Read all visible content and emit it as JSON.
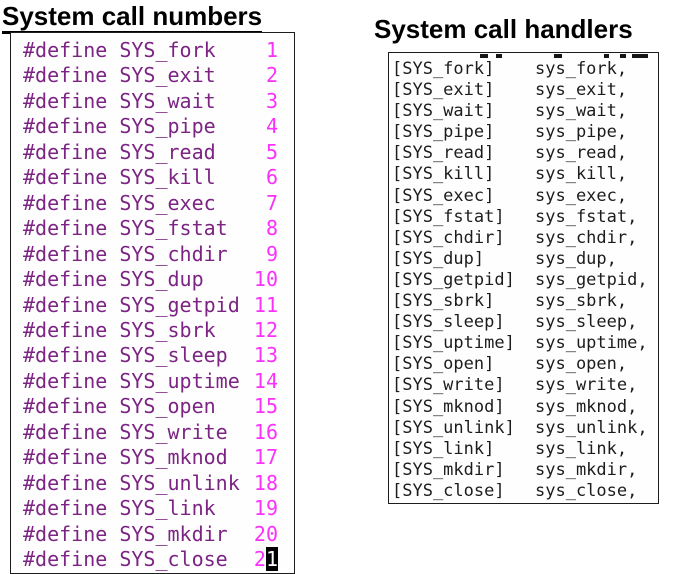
{
  "left_panel": {
    "title": "System call numbers",
    "rows": [
      {
        "text": "#define SYS_fork",
        "num": "1"
      },
      {
        "text": "#define SYS_exit",
        "num": "2"
      },
      {
        "text": "#define SYS_wait",
        "num": "3"
      },
      {
        "text": "#define SYS_pipe",
        "num": "4"
      },
      {
        "text": "#define SYS_read",
        "num": "5"
      },
      {
        "text": "#define SYS_kill",
        "num": "6"
      },
      {
        "text": "#define SYS_exec",
        "num": "7"
      },
      {
        "text": "#define SYS_fstat",
        "num": "8"
      },
      {
        "text": "#define SYS_chdir",
        "num": "9"
      },
      {
        "text": "#define SYS_dup",
        "num": "10"
      },
      {
        "text": "#define SYS_getpid",
        "num": "11"
      },
      {
        "text": "#define SYS_sbrk",
        "num": "12"
      },
      {
        "text": "#define SYS_sleep",
        "num": "13"
      },
      {
        "text": "#define SYS_uptime",
        "num": "14"
      },
      {
        "text": "#define SYS_open",
        "num": "15"
      },
      {
        "text": "#define SYS_write",
        "num": "16"
      },
      {
        "text": "#define SYS_mknod",
        "num": "17"
      },
      {
        "text": "#define SYS_unlink",
        "num": "18"
      },
      {
        "text": "#define SYS_link",
        "num": "19"
      },
      {
        "text": "#define SYS_mkdir",
        "num": "20"
      },
      {
        "text": "#define SYS_close",
        "num": "2",
        "cursor": "1"
      }
    ]
  },
  "right_panel": {
    "title": "System call handlers",
    "rows": [
      {
        "key": "[SYS_fork]",
        "value": "sys_fork,"
      },
      {
        "key": "[SYS_exit]",
        "value": "sys_exit,"
      },
      {
        "key": "[SYS_wait]",
        "value": "sys_wait,"
      },
      {
        "key": "[SYS_pipe]",
        "value": "sys_pipe,"
      },
      {
        "key": "[SYS_read]",
        "value": "sys_read,"
      },
      {
        "key": "[SYS_kill]",
        "value": "sys_kill,"
      },
      {
        "key": "[SYS_exec]",
        "value": "sys_exec,"
      },
      {
        "key": "[SYS_fstat]",
        "value": "sys_fstat,"
      },
      {
        "key": "[SYS_chdir]",
        "value": "sys_chdir,"
      },
      {
        "key": "[SYS_dup]",
        "value": "sys_dup,"
      },
      {
        "key": "[SYS_getpid]",
        "value": "sys_getpid,"
      },
      {
        "key": "[SYS_sbrk]",
        "value": "sys_sbrk,"
      },
      {
        "key": "[SYS_sleep]",
        "value": "sys_sleep,"
      },
      {
        "key": "[SYS_uptime]",
        "value": "sys_uptime,"
      },
      {
        "key": "[SYS_open]",
        "value": "sys_open,"
      },
      {
        "key": "[SYS_write]",
        "value": "sys_write,"
      },
      {
        "key": "[SYS_mknod]",
        "value": "sys_mknod,"
      },
      {
        "key": "[SYS_unlink]",
        "value": "sys_unlink,"
      },
      {
        "key": "[SYS_link]",
        "value": "sys_link,"
      },
      {
        "key": "[SYS_mkdir]",
        "value": "sys_mkdir,"
      },
      {
        "key": "[SYS_close]",
        "value": "sys_close,"
      }
    ]
  },
  "colors": {
    "define_purple": "#7c2483",
    "number_magenta": "#fb30fb",
    "handler_text": "#1c1c1c",
    "cursor_bg": "#000000",
    "cursor_fg": "#ffffff"
  }
}
